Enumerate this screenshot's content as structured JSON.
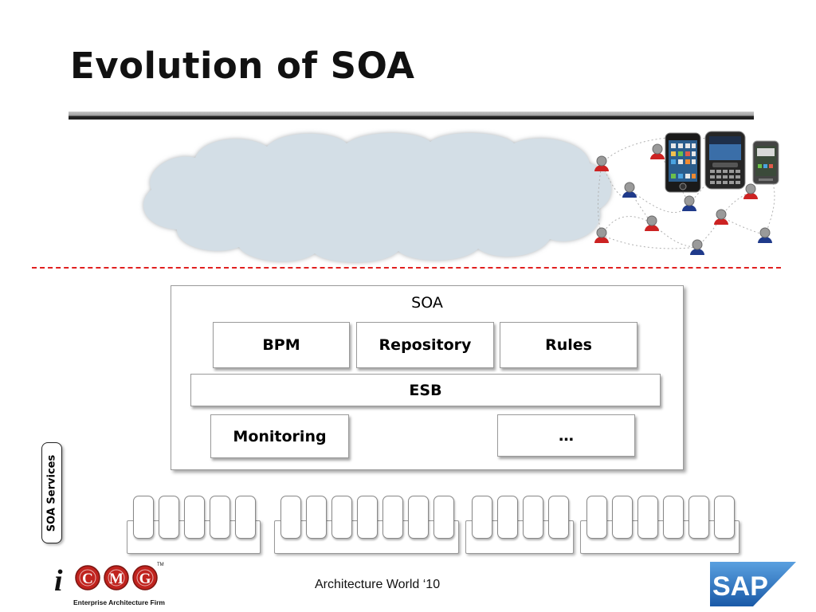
{
  "slide": {
    "title": "Evolution of SOA",
    "footer": "Architecture World ‘10"
  },
  "soa": {
    "label": "SOA",
    "modules_row1": [
      "BPM",
      "Repository",
      "Rules"
    ],
    "bus": "ESB",
    "modules_row2": [
      "Monitoring",
      "…"
    ]
  },
  "services": {
    "label": "SOA Services",
    "groups": [
      5,
      7,
      4,
      6
    ]
  },
  "logos": {
    "icmg_letters": [
      "i",
      "C",
      "M",
      "G"
    ],
    "icmg_tm": "TM",
    "icmg_subtitle": "Enterprise Architecture Firm",
    "sap": "SAP"
  },
  "colors": {
    "cloud_fill": "#d3dee6",
    "divider": "#e02020",
    "icmg_red": "#c0231e",
    "sap_blue": "#1a63b0",
    "person_red": "#cc2222",
    "person_blue": "#1f3a8a"
  }
}
